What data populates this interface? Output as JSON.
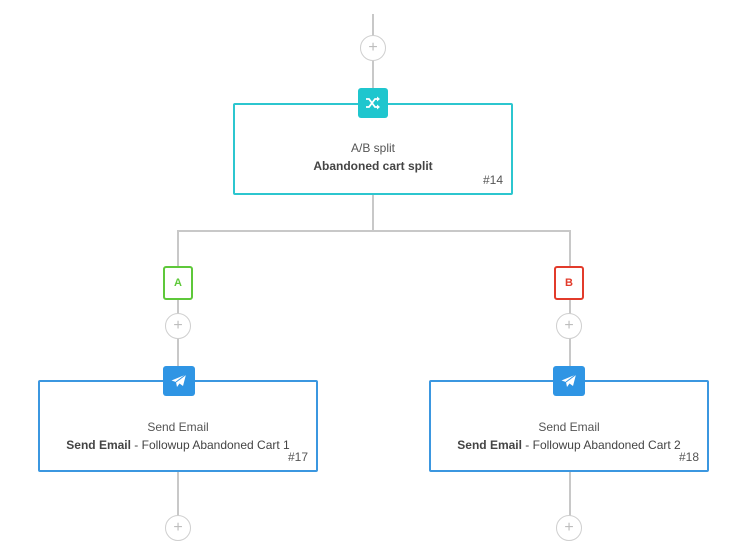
{
  "plus_symbol": "+",
  "split_node": {
    "type_label": "A/B split",
    "title": "Abandoned cart split",
    "number": "#14",
    "icon": "shuffle-icon",
    "color": "#2cc6cf"
  },
  "branches": [
    {
      "label": "A",
      "color": "#5ec83a"
    },
    {
      "label": "B",
      "color": "#e23b2b"
    }
  ],
  "email_nodes": [
    {
      "type_label": "Send Email",
      "title_bold": "Send Email",
      "title_rest": " - Followup Abandoned Cart 1",
      "number": "#17",
      "icon": "paper-plane-icon",
      "color": "#3b97e0"
    },
    {
      "type_label": "Send Email",
      "title_bold": "Send Email",
      "title_rest": " - Followup Abandoned Cart 2",
      "number": "#18",
      "icon": "paper-plane-icon",
      "color": "#3b97e0"
    }
  ]
}
